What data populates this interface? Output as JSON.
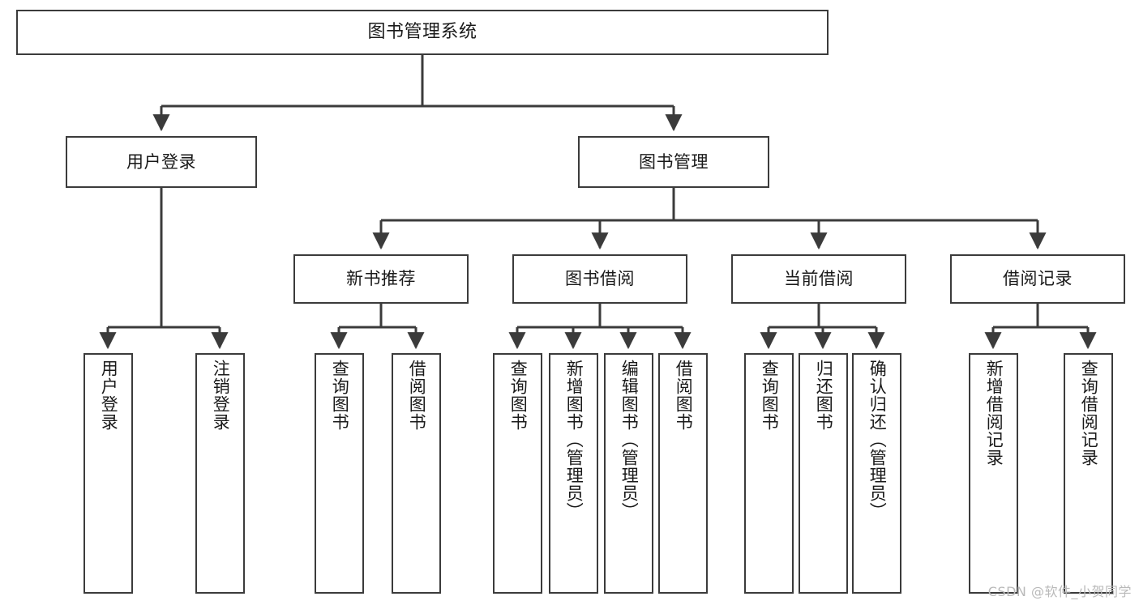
{
  "diagram": {
    "title": "图书管理系统",
    "watermark": "CSDN @软件_小贺同学",
    "colors": {
      "stroke": "#3b3b3b",
      "background": "#ffffff",
      "text": "#1a1a1a",
      "watermark": "#b9b9b9"
    },
    "root": {
      "label": "图书管理系统"
    },
    "level2": [
      {
        "label": "用户登录"
      },
      {
        "label": "图书管理"
      }
    ],
    "level3": [
      {
        "label": "新书推荐"
      },
      {
        "label": "图书借阅"
      },
      {
        "label": "当前借阅"
      },
      {
        "label": "借阅记录"
      }
    ],
    "leaves": {
      "user_login": [
        {
          "label": "用户登录"
        },
        {
          "label": "注销登录"
        }
      ],
      "new_book_recommend": [
        {
          "label": "查询图书"
        },
        {
          "label": "借阅图书"
        }
      ],
      "book_borrow": [
        {
          "label": "查询图书"
        },
        {
          "label": "新增图书（管理员）"
        },
        {
          "label": "编辑图书（管理员）"
        },
        {
          "label": "借阅图书"
        }
      ],
      "current_borrow": [
        {
          "label": "查询图书"
        },
        {
          "label": "归还图书"
        },
        {
          "label": "确认归还（管理员）"
        }
      ],
      "borrow_record": [
        {
          "label": "新增借阅记录"
        },
        {
          "label": "查询借阅记录"
        }
      ]
    }
  }
}
